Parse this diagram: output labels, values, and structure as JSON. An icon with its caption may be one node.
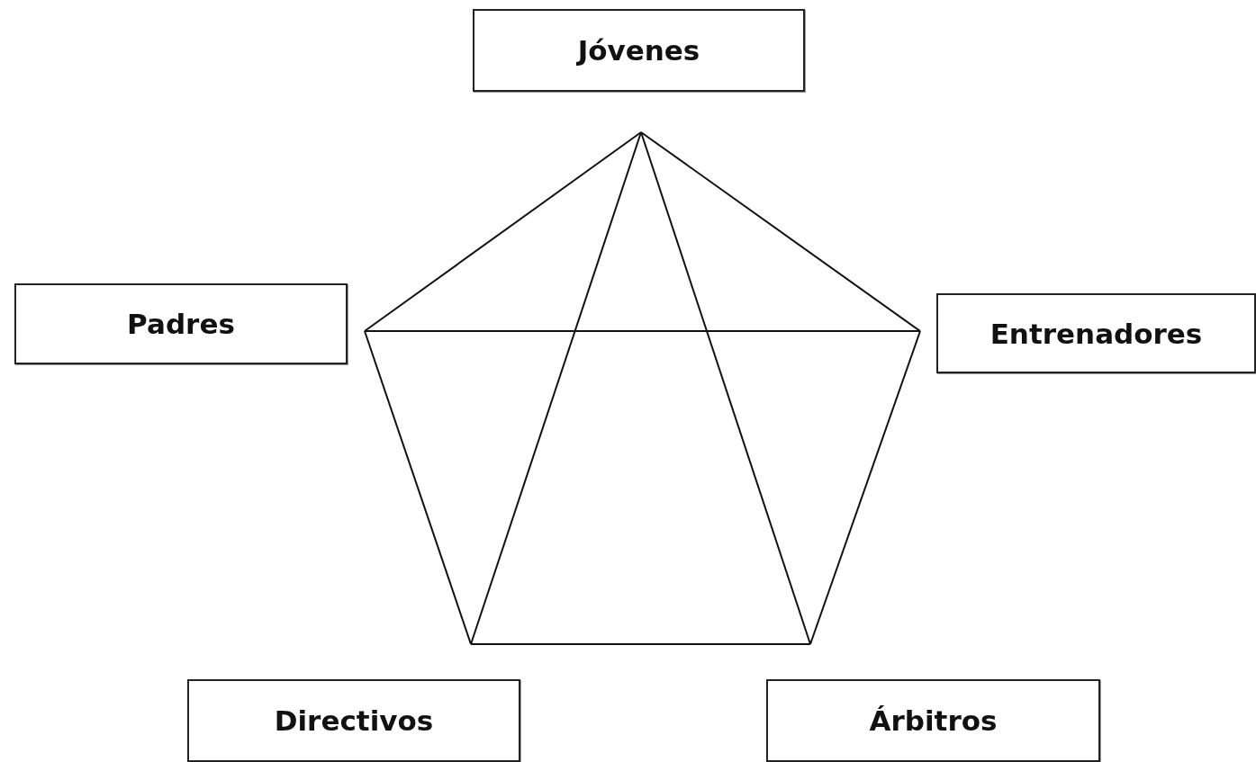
{
  "diagram": {
    "nodes": [
      {
        "text": [
          "Jóvenes"
        ]
      },
      {
        "text": [
          "Padres"
        ]
      },
      {
        "text": [
          "Entrenadores"
        ]
      },
      {
        "text": [
          "Directivos"
        ]
      },
      {
        "text": [
          "Árbitros"
        ]
      }
    ],
    "edges": [
      {
        "from": 0,
        "to": 1,
        "arrow": "none"
      },
      {
        "from": 0,
        "to": 2,
        "arrow": "none"
      },
      {
        "from": 1,
        "to": 2,
        "arrow": "none"
      },
      {
        "from": 0,
        "to": 3,
        "arrow": "none"
      },
      {
        "from": 0,
        "to": 4,
        "arrow": "none"
      },
      {
        "from": 1,
        "to": 3,
        "arrow": "none"
      },
      {
        "from": 2,
        "to": 4,
        "arrow": "none"
      },
      {
        "from": 3,
        "to": 4,
        "arrow": "none"
      }
    ]
  }
}
